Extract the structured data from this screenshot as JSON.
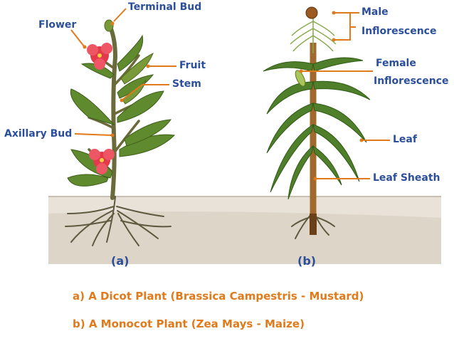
{
  "labels": {
    "terminal_bud": "Terminal Bud",
    "flower": "Flower",
    "fruit": "Fruit",
    "stem": "Stem",
    "axillary_bud": "Axillary Bud",
    "male_line1": "Male",
    "male_line2": "Inflorescence",
    "female_line1": "Female",
    "female_line2": "Inflorescence",
    "leaf": "Leaf",
    "leaf_sheath": "Leaf Sheath",
    "panel_a": "(a)",
    "panel_b": "(b)"
  },
  "captions": {
    "a": "a) A Dicot Plant (Brassica Campestris - Mustard)",
    "b": "b) A Monocot Plant (Zea Mays - Maize)"
  },
  "colors": {
    "label_text": "#2c4f9c",
    "pointer_lines": "#e07a1a",
    "caption_text": "#e07a1a",
    "dicot_leaf": "#5f8a2e",
    "monocot_leaf": "#4f7f2a",
    "flower": "#e23a4a",
    "soil": "#e6e0d6"
  }
}
